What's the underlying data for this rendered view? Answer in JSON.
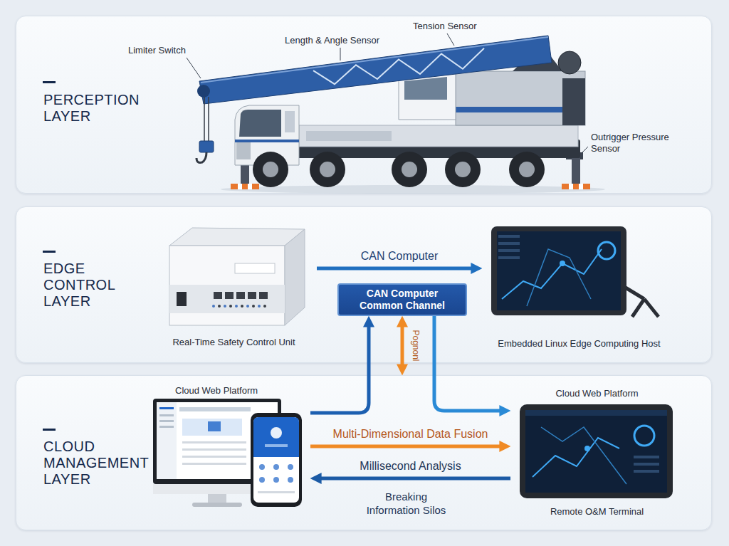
{
  "diagram": {
    "nodes": [
      {
        "text": [
          "PERCEPTION LAYER"
        ]
      },
      {
        "text": [
          "EDGE CONTROL LAYER"
        ]
      },
      {
        "text": [
          "Real-Time Safety Control Unit"
        ],
        "in": 1
      },
      {
        "text": [
          "CAN Computer Common Channel"
        ],
        "in": 1
      },
      {
        "text": [
          "Embedded Linux Edge Computing Host"
        ],
        "in": 1
      },
      {
        "text": [
          "CLOUD MANAGEMENT LAYER"
        ]
      },
      {
        "text": [
          "Cloud Web Platform"
        ],
        "in": 5
      },
      {
        "text": [
          "Cloud Web Platform",
          "Remote O&M Terminal"
        ],
        "in": 5
      }
    ],
    "edges": [
      {
        "from": 2,
        "to": 4,
        "arrow": "to",
        "label": "CAN Computer"
      },
      {
        "from": 6,
        "to": 3,
        "arrow": "to"
      },
      {
        "from": 3,
        "to": 5,
        "arrow": "both",
        "label": "Pognonl"
      },
      {
        "from": 3,
        "to": 7,
        "arrow": "to"
      },
      {
        "from": 6,
        "to": 7,
        "arrow": "to",
        "label": "Multi-Dimensional Data Fusion"
      },
      {
        "from": 7,
        "to": 6,
        "arrow": "to",
        "label": "Millisecond Analysis"
      }
    ],
    "labels": [
      "Limiter Switch",
      "Length & Angle Sensor",
      "Tension Sensor",
      "Outrigger Pressure Sensor",
      "Breaking Information Silos"
    ]
  }
}
